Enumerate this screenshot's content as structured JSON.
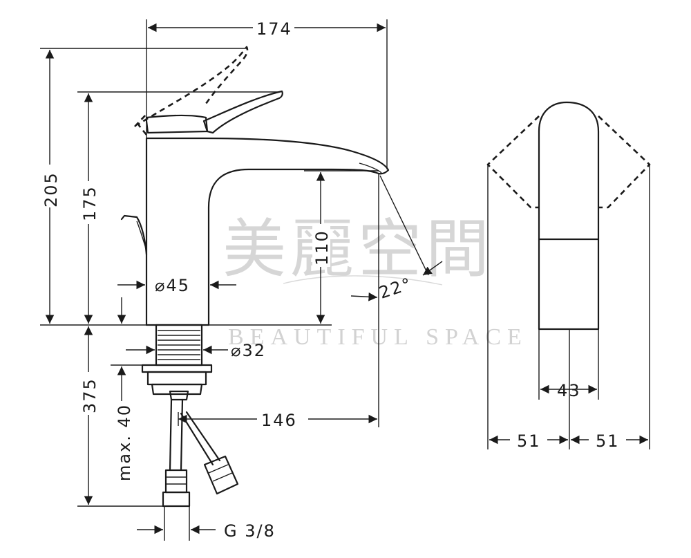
{
  "drawing": {
    "title": "",
    "watermark": {
      "chinese": "美麗空間",
      "english": "BEAUTIFUL SPACE"
    },
    "dimensions": {
      "width_overall": "174",
      "height_total": "205",
      "height_body": "175",
      "spout_height": "110",
      "below_counter": "375",
      "max_thickness": "max. 40",
      "body_diameter": "⌀45",
      "thread_diameter": "⌀32",
      "spout_reach": "146",
      "spout_angle": "22°",
      "connection": "G 3/8",
      "side_width": "43",
      "handle_left": "51",
      "handle_right": "51"
    },
    "colors": {
      "line": "#1a1a1a",
      "background": "#ffffff",
      "watermark": "#d6d6d6"
    }
  }
}
